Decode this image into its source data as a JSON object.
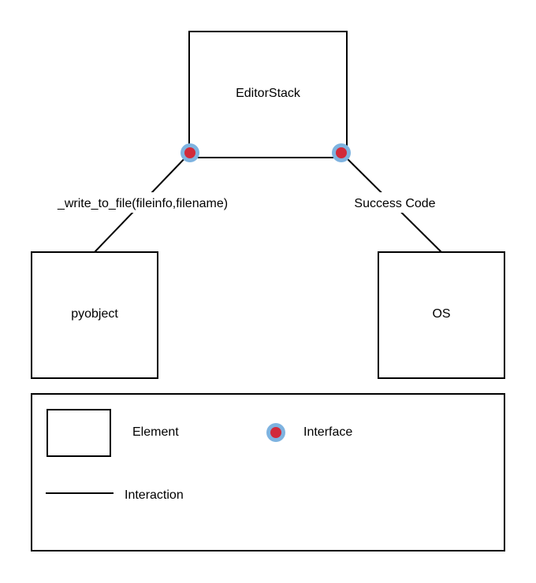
{
  "colors": {
    "line": "#000000",
    "background": "#ffffff",
    "interface_ring": "#7eb3e0",
    "interface_core": "#d12a3a"
  },
  "nodes": {
    "editor_stack": "EditorStack",
    "pyobject": "pyobject",
    "os": "OS"
  },
  "edges": {
    "editor_to_pyobject": "_write_to_file(fileinfo,filename)",
    "editor_to_os": "Success Code"
  },
  "legend": {
    "element_label": "Element",
    "interface_label": "Interface",
    "interaction_label": "Interaction"
  }
}
